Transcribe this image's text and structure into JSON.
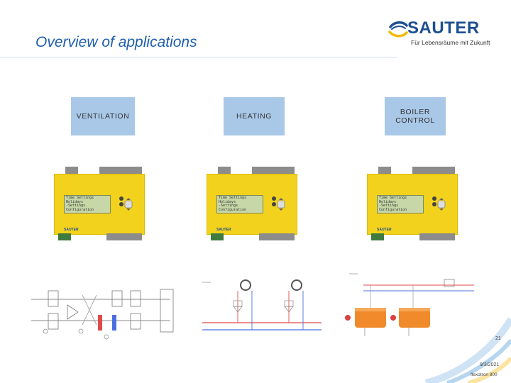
{
  "header": {
    "title": "Overview of applications"
  },
  "logo": {
    "word": "SAUTER",
    "tagline": "Für Lebensräume mit Zukunft",
    "icon": "sauter-swirl-icon",
    "colors": {
      "navy": "#1d4f91",
      "yellow": "#f5b800"
    }
  },
  "applications": [
    {
      "label": "VENTILATION"
    },
    {
      "label": "HEATING"
    },
    {
      "label": "BOILER\nCONTROL"
    }
  ],
  "controller": {
    "lcd_lines": [
      "Time Settings",
      "Holidays",
      "-Settings",
      "Configuration"
    ],
    "brand": "SAUTER",
    "icon": "controller-device-image"
  },
  "footer": {
    "page": "21",
    "date": "9/3/2021",
    "product": "flexotron 800"
  },
  "colors": {
    "title": "#1f5fae",
    "box": "#a9c8e8",
    "controller": "#f2d21c"
  }
}
